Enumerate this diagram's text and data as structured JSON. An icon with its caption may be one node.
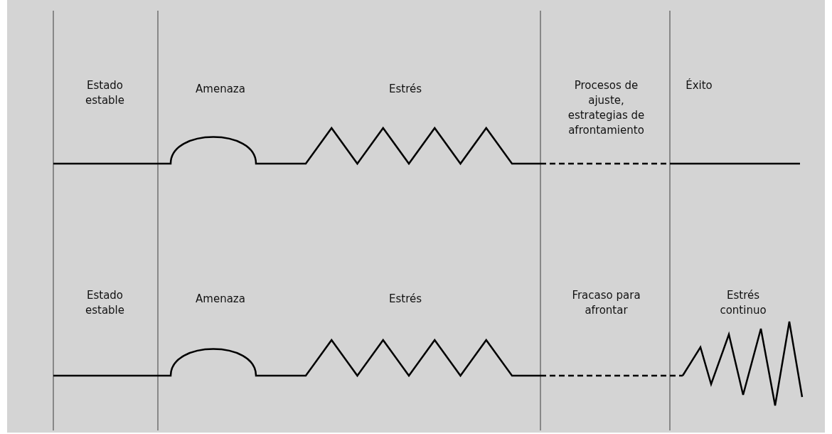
{
  "diagram": {
    "labels": [
      "Estado estable",
      "Amenaza",
      "Estrés",
      "Procesos de ajuste, estrategias de afrontamiento",
      "Éxito",
      "Estado estable",
      "Amenaza",
      "Estrés",
      "Fracaso para afrontar",
      "Estrés continuo"
    ]
  }
}
